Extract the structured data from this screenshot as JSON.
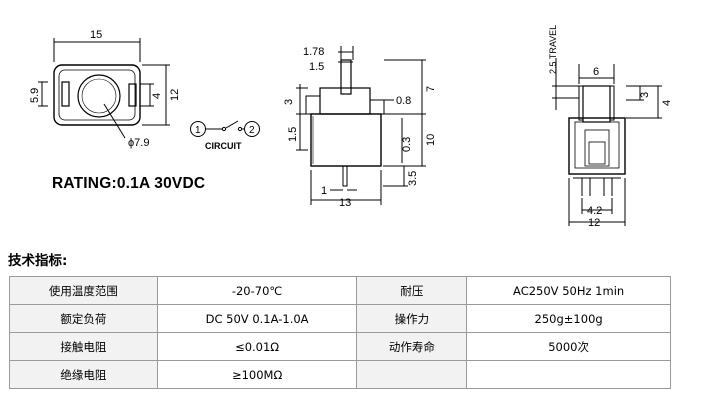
{
  "drawing": {
    "top_view": {
      "width": "15",
      "height_left": "5.9",
      "height_right": "12",
      "pin_gap": "4",
      "hole": "ϕ7.9"
    },
    "circuit": {
      "label": "CIRCUIT",
      "node1": "1",
      "node2": "2"
    },
    "side_view": {
      "d1": "1.78",
      "d2": "1.5",
      "d3": "3",
      "d4": "0.8",
      "d5": "1.5",
      "d6": "7",
      "d7": "10",
      "d8": "0.3",
      "d9": "3.5",
      "d10": "1",
      "d11": "13"
    },
    "front_view": {
      "travel": "2.5 TRAVEL",
      "width": "6",
      "h1": "3",
      "h2": "4",
      "pitch": "4.2",
      "body_width": "12"
    }
  },
  "rating": "RATING:0.1A 30VDC",
  "section_title": "技术指标:",
  "specs": [
    {
      "label1": "使用温度范围",
      "value1": "-20-70℃",
      "label2": "耐压",
      "value2": "AC250V 50Hz 1min"
    },
    {
      "label1": "额定负荷",
      "value1": "DC 50V 0.1A-1.0A",
      "label2": "操作力",
      "value2": "250g±100g"
    },
    {
      "label1": "接触电阻",
      "value1": "≤0.01Ω",
      "label2": "动作寿命",
      "value2": "5000次"
    },
    {
      "label1": "绝缘电阻",
      "value1": "≥100MΩ",
      "label2": "",
      "value2": ""
    }
  ]
}
